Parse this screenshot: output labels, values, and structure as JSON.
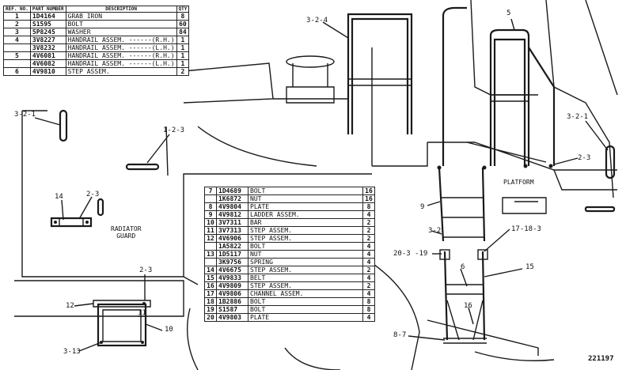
{
  "header_table": {
    "columns": {
      "ref_no": "REF. NO.",
      "part_number": "PART NUMBER",
      "description": "DESCRIPTION",
      "qty": "QTY"
    },
    "rows": [
      {
        "ref": "1",
        "pn": "1D4164",
        "desc": "GRAB IRON",
        "qty": "8"
      },
      {
        "ref": "2",
        "pn": "S1595",
        "desc": "BOLT",
        "qty": "60"
      },
      {
        "ref": "3",
        "pn": "5P8245",
        "desc": "WASHER",
        "qty": "84"
      },
      {
        "ref": "4",
        "pn": "3V8227",
        "desc": "HANDRAIL ASSEM. ------(R.H.)",
        "qty": "1"
      },
      {
        "ref": "",
        "pn": "3V8232",
        "desc": "HANDRAIL ASSEM. ------(L.H.)",
        "qty": "1"
      },
      {
        "ref": "5",
        "pn": "4V6081",
        "desc": "HANDRAIL ASSEM. ------(R.H.)",
        "qty": "1"
      },
      {
        "ref": "",
        "pn": "4V6082",
        "desc": "HANDRAIL ASSEM. ------(L.H.)",
        "qty": "1"
      },
      {
        "ref": "6",
        "pn": "4V9810",
        "desc": "STEP ASSEM.",
        "qty": "2"
      }
    ]
  },
  "main_table": {
    "rows": [
      {
        "ref": "7",
        "pn": "1D4689",
        "desc": "BOLT",
        "qty": "16"
      },
      {
        "ref": "",
        "pn": "1K6872",
        "desc": "NUT",
        "qty": "16"
      },
      {
        "ref": "8",
        "pn": "4V9804",
        "desc": "PLATE",
        "qty": "8"
      },
      {
        "ref": "9",
        "pn": "4V9812",
        "desc": "LADDER ASSEM.",
        "qty": "4"
      },
      {
        "ref": "10",
        "pn": "3V7311",
        "desc": "BAR",
        "qty": "2"
      },
      {
        "ref": "11",
        "pn": "3V7313",
        "desc": "STEP ASSEM.",
        "qty": "2"
      },
      {
        "ref": "12",
        "pn": "4V6906",
        "desc": "STEP ASSEM.",
        "qty": "2"
      },
      {
        "ref": "",
        "pn": "1A5822",
        "desc": "BOLT",
        "qty": "4"
      },
      {
        "ref": "13",
        "pn": "1D5117",
        "desc": "NUT",
        "qty": "4"
      },
      {
        "ref": "",
        "pn": "3K9756",
        "desc": "SPRING",
        "qty": "4"
      },
      {
        "ref": "14",
        "pn": "4V6675",
        "desc": "STEP ASSEM.",
        "qty": "2"
      },
      {
        "ref": "15",
        "pn": "4V9833",
        "desc": "BELT",
        "qty": "4"
      },
      {
        "ref": "16",
        "pn": "4V9809",
        "desc": "STEP ASSEM.",
        "qty": "2"
      },
      {
        "ref": "17",
        "pn": "4V9806",
        "desc": "CHANNEL ASSEM.",
        "qty": "4"
      },
      {
        "ref": "18",
        "pn": "1B2886",
        "desc": "BOLT",
        "qty": "8"
      },
      {
        "ref": "19",
        "pn": "S1587",
        "desc": "BOLT",
        "qty": "8"
      },
      {
        "ref": "20",
        "pn": "4V9803",
        "desc": "PLATE",
        "qty": "4"
      }
    ]
  },
  "callouts": {
    "c_3_2_4": "3-2-4",
    "c_5": "5",
    "c_3_2_1_left": "3-2-1",
    "c_1_2_3": "1-2-3",
    "c_3_2_1_right": "3-2-1",
    "c_2_3_right": "2-3",
    "c_platform": "PLATFORM",
    "c_9": "9",
    "c_14": "14",
    "c_2_3_left": "2-3",
    "c_radiator_guard": "RADIATOR\nGUARD",
    "c_3_2": "3-2",
    "c_17_18_3": "17-18-3",
    "c_20_3_19": "20-3 -19",
    "c_6": "6",
    "c_15": "15",
    "c_2_3_bottom": "2-3",
    "c_12": "12",
    "c_10": "10",
    "c_11": "11",
    "c_3_13": "3-13",
    "c_16": "16",
    "c_8_7": "8-7",
    "drawing_number": "221197"
  }
}
